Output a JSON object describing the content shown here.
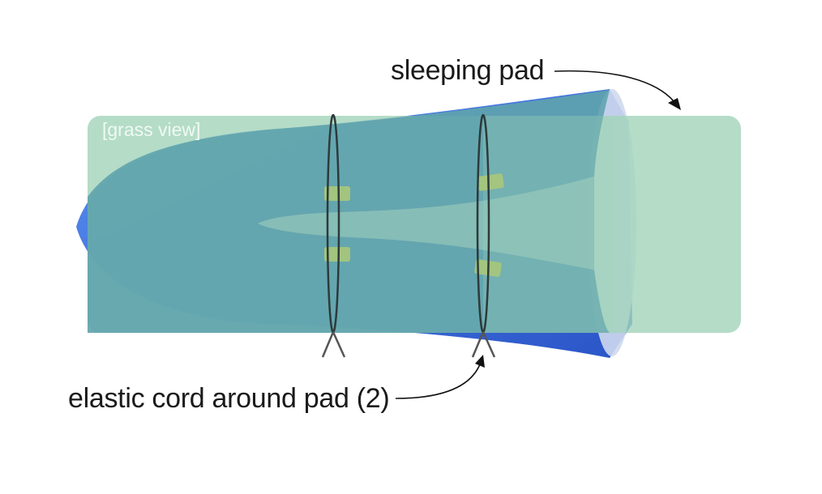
{
  "labels": {
    "sleeping_pad": "sleeping pad",
    "grass_view": "[grass view]",
    "elastic_cord": "elastic cord around pad (2)"
  },
  "colors": {
    "grass": "#a3d4bb",
    "pad_blue": "#3f6fe0",
    "pad_body": "#5fa3ad",
    "pad_slit": "#86bdb6",
    "tab_green": "#a8c87a",
    "cord": "#2d3a3a",
    "arrow": "#111111"
  }
}
